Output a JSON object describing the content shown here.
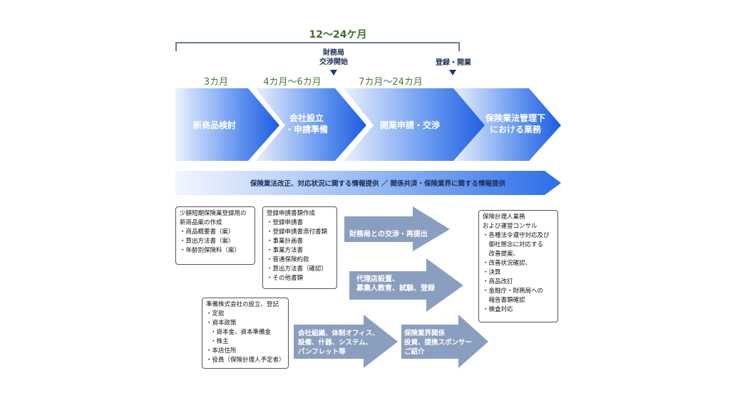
{
  "timeline": {
    "total_label": "12〜24ケ月",
    "marker1_label": "財務局\n交渉開始",
    "marker2_label": "登録・開業",
    "periods": [
      "3カ月",
      "4カ月〜6カ月",
      "7カ月〜24カ月"
    ]
  },
  "phases": [
    "新商品検討",
    "会社設立\n・申請準備",
    "開業申請・交渉",
    "保険業法管理下\nにおける業務"
  ],
  "banner": "保険業法改正、対応状況に関する情報提供 ／ 関係共済・保険業界に関する情報提供",
  "boxes": {
    "product": {
      "title": "少額短期保険業登録用の\n新商品案の作成",
      "items": [
        "・商品概要書（案）",
        "・算出方法書（案）",
        "・年齢別保険料（案）"
      ]
    },
    "registration_docs": {
      "title": "登録申請書類作成",
      "items": [
        "・登録申請書",
        "・登録申請書添付書類",
        "・事業計画書",
        "・事業方法書",
        "・普通保険約款",
        "・算出方法書（確認）",
        "・その他書類"
      ]
    },
    "company_setup": {
      "title": "準備株式会社の設立、登記",
      "items": [
        "・定款",
        "・資本政策",
        "・資本金、資本準備金",
        "・株主",
        "・本店住所",
        "・役員（保険計理人予定者）"
      ]
    },
    "actuary": {
      "title": "保険計理人業務\nおよび運営コンサル",
      "items": [
        "・各種法令遵守対応及び\n　御社懸念に対応する\n　改善提案、",
        "・改善状況確認、",
        "・決算",
        "・商品改訂",
        "・金融庁・財務局への\n　報告書類確認",
        "・検査対応"
      ]
    }
  },
  "arrows": {
    "negotiation": "財務局との交渉・再提出",
    "agency": "代理店設置、\n募集人教育、試験、登録",
    "office": "会社組織、体制オフィス、\n設備、什器、システム、\nパンフレット等",
    "industry": "保険業界関係\n投資、提携スポンサー\nご紹介"
  },
  "colors": {
    "chevron_dark": "#1e5fe0",
    "chevron_light": "#e8f0fd",
    "banner_dark": "#2a6ee8",
    "gray_arrow": "#8a9fbf"
  }
}
